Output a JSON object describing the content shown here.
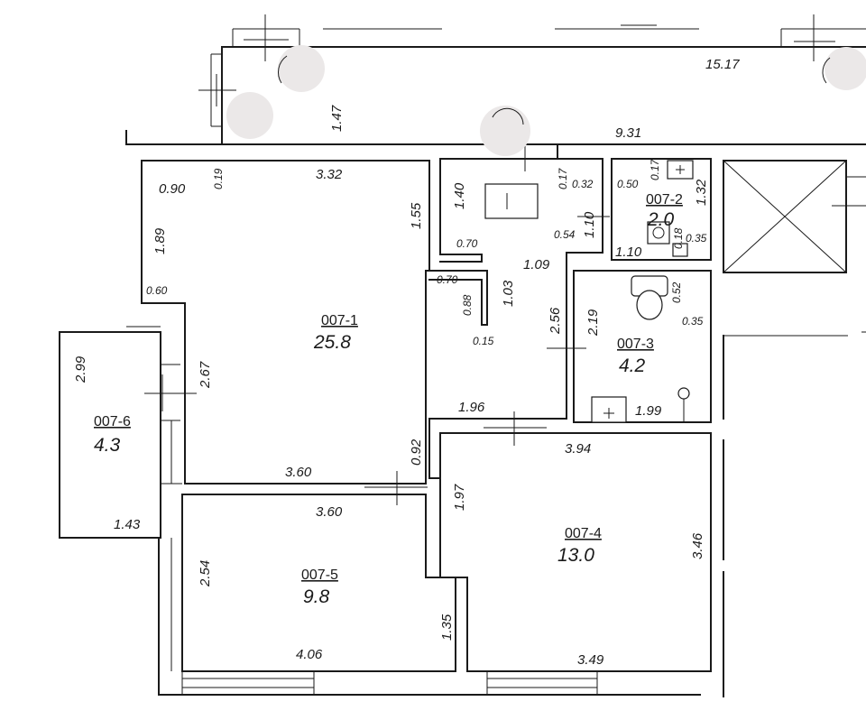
{
  "rooms": [
    {
      "id": "007-1",
      "area": "25.8"
    },
    {
      "id": "007-2",
      "area": "2.0"
    },
    {
      "id": "007-3",
      "area": "4.2"
    },
    {
      "id": "007-4",
      "area": "13.0"
    },
    {
      "id": "007-5",
      "area": "9.8"
    },
    {
      "id": "007-6",
      "area": "4.3"
    }
  ],
  "dimensions": {
    "balcony_length": "15.17",
    "balcony_depth": "1.47",
    "corridor_length": "9.31",
    "r1_top": "3.32",
    "r1_left_upper": "0.90",
    "r1_notch": "0.19",
    "r1_left": "1.89",
    "r1_step": "0.60",
    "r1_right_upper": "1.55",
    "r1_left_lower": "2.67",
    "r1_bottom": "3.60",
    "r1_right_lower": "0.92",
    "hall_top_a": "0.17",
    "hall_top_b": "0.32",
    "hall_left": "1.40",
    "hall_ledge_a": "0.70",
    "hall_ledge_b": "0.70",
    "hall_col": "0.88",
    "hall_col_h": "1.03",
    "hall_col_w": "0.15",
    "hall_right": "1.10",
    "hall_mid": "1.09",
    "hall_step": "0.54",
    "r2_top": "0.50",
    "r2_notch": "0.17",
    "r2_right": "1.32",
    "r2_bottom": "1.10",
    "r2_small_a": "0.18",
    "r2_small_b": "0.35",
    "r3_left_outer": "2.56",
    "r3_left": "2.19",
    "r3_wc_a": "0.52",
    "r3_wc_b": "0.35",
    "r3_bottom": "1.99",
    "r4_top_left": "1.96",
    "r4_top": "3.94",
    "r4_left": "1.97",
    "r4_right": "3.46",
    "r4_bottom": "3.49",
    "r5_top": "3.60",
    "r5_left": "2.54",
    "r5_right": "1.35",
    "r5_bottom": "4.06",
    "r6_left": "2.99",
    "r6_bottom": "1.43"
  }
}
